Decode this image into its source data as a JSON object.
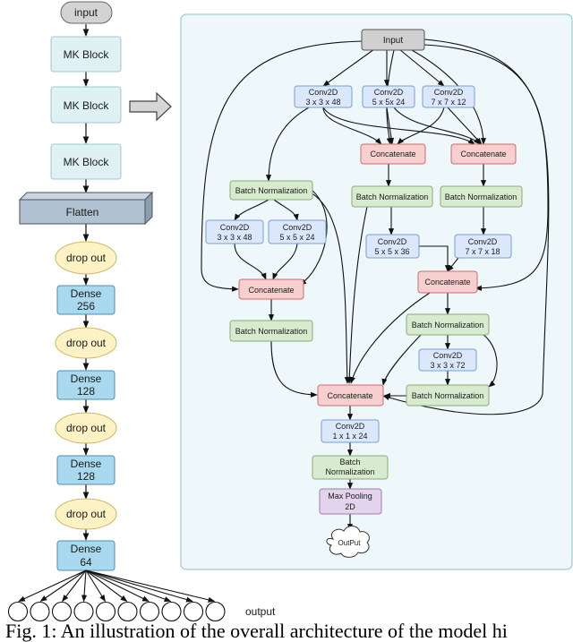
{
  "left_column": {
    "input": "input",
    "mk_block_1": "MK Block",
    "mk_block_2": "MK Block",
    "mk_block_3": "MK Block",
    "flatten": "Flatten",
    "dropout_1": "drop out",
    "dense_1": [
      "Dense",
      "256"
    ],
    "dropout_2": "drop out",
    "dense_2": [
      "Dense",
      "128"
    ],
    "dropout_3": "drop out",
    "dense_3": [
      "Dense",
      "128"
    ],
    "dropout_4": "drop out",
    "dense_4": [
      "Dense",
      "64"
    ],
    "output": "output",
    "output_node_count": 10
  },
  "mk_block_detail": {
    "input": "Input",
    "conv_a": [
      "Conv2D",
      "3 x 3 x 48"
    ],
    "conv_b": [
      "Conv2D",
      "5 x 5x 24"
    ],
    "conv_c": [
      "Conv2D",
      "7 x 7 x 12"
    ],
    "concat_mid": "Concatenate",
    "concat_right": "Concatenate",
    "bn_left": "Batch Normalization",
    "bn_mid": "Batch Normalization",
    "bn_right": "Batch Normalization",
    "conv_l1": [
      "Conv2D",
      "3 x 3 x 48"
    ],
    "conv_l2": [
      "Conv2D",
      "5 x 5 x 24"
    ],
    "conv_m": [
      "Conv2D",
      "5 x 5 x 36"
    ],
    "conv_r": [
      "Conv2D",
      "7 x 7 x 18"
    ],
    "concat_left": "Concatenate",
    "concat_r2": "Concatenate",
    "bn_left2": "Batch Normalization",
    "bn_r2": "Batch Normalization",
    "conv_r2": [
      "Conv2D",
      "3 x 3 x 72"
    ],
    "bn_r3": "Batch Normalization",
    "concat_final": "Concatenate",
    "conv_final": [
      "Conv2D",
      "1 x 1 x 24"
    ],
    "bn_final": [
      "Batch",
      "Normalization"
    ],
    "maxpool": [
      "Max Pooling",
      "2D"
    ],
    "output": "OutPut"
  },
  "caption": "Fig. 1: An illustration of the overall architecture of the model hi"
}
